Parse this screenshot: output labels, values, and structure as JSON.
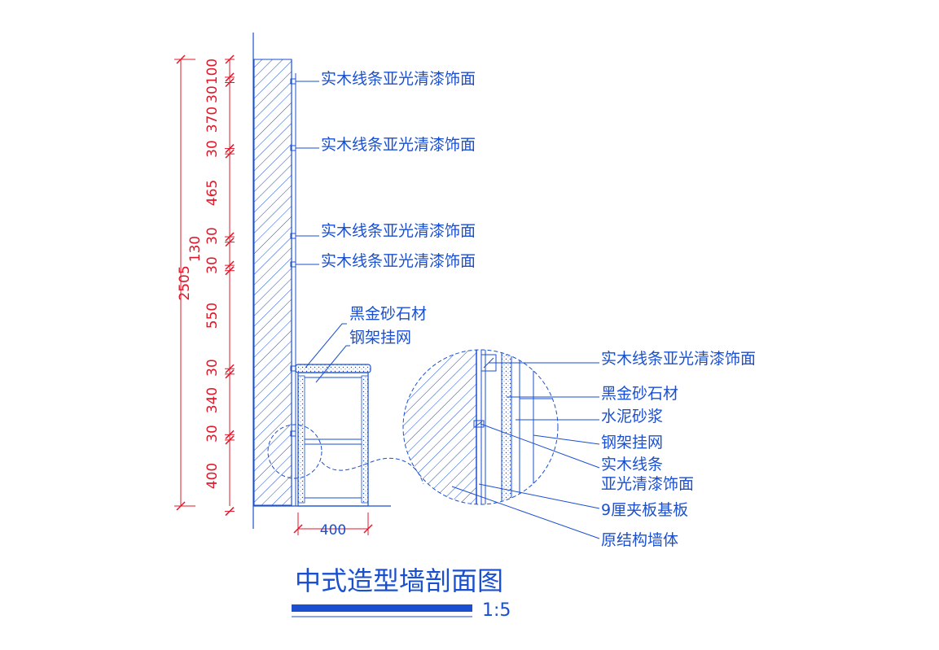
{
  "drawing": {
    "title": "中式造型墙剖面图",
    "scale": "1:5"
  },
  "colors": {
    "line": "#1a4fd0",
    "dimension": "#e0182a",
    "background": "#ffffff"
  },
  "elevation_labels": [
    "实木线条亚光清漆饰面",
    "实木线条亚光清漆饰面",
    "实木线条亚光清漆饰面",
    "实木线条亚光清漆饰面",
    "黑金砂石材",
    "钢架挂网"
  ],
  "detail_labels": [
    "实木线条亚光清漆饰面",
    "黑金砂石材",
    "水泥砂浆",
    "钢架挂网",
    "实木线条",
    "亚光清漆饰面",
    "9厘夹板基板",
    "原结构墙体"
  ],
  "dimensions": {
    "total": "2505",
    "segments": [
      "100",
      "30",
      "370",
      "30",
      "465",
      "30",
      "130",
      "30",
      "550",
      "30",
      "340",
      "30",
      "400"
    ],
    "cabinet_width": "400"
  }
}
